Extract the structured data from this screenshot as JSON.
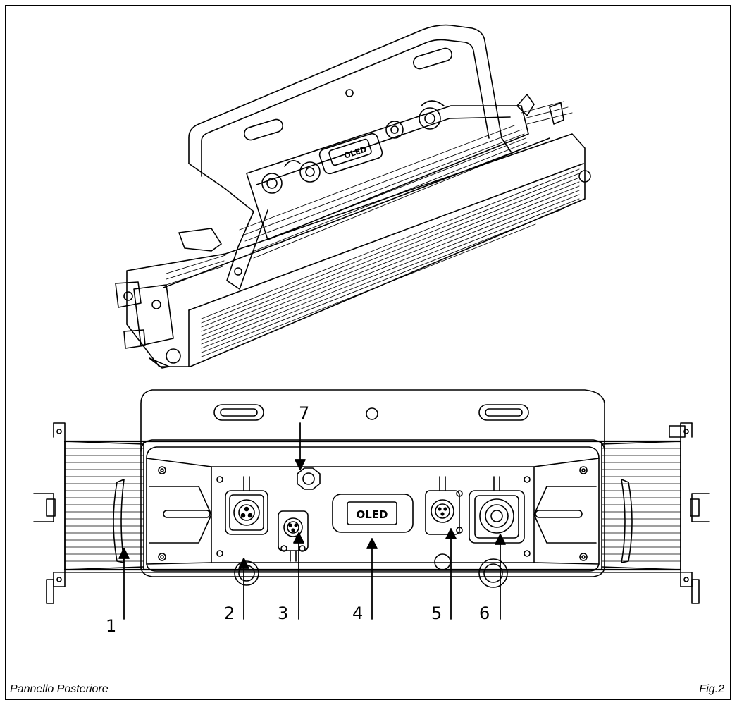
{
  "callouts": {
    "c1": "1",
    "c2": "2",
    "c3": "3",
    "c4": "4",
    "c5": "5",
    "c6": "6",
    "c7": "7"
  },
  "labels": {
    "oled_top": "OLED",
    "oled_rear": "OLED"
  },
  "captions": {
    "left": "Pannello Posteriore",
    "right": "Fig.2"
  }
}
